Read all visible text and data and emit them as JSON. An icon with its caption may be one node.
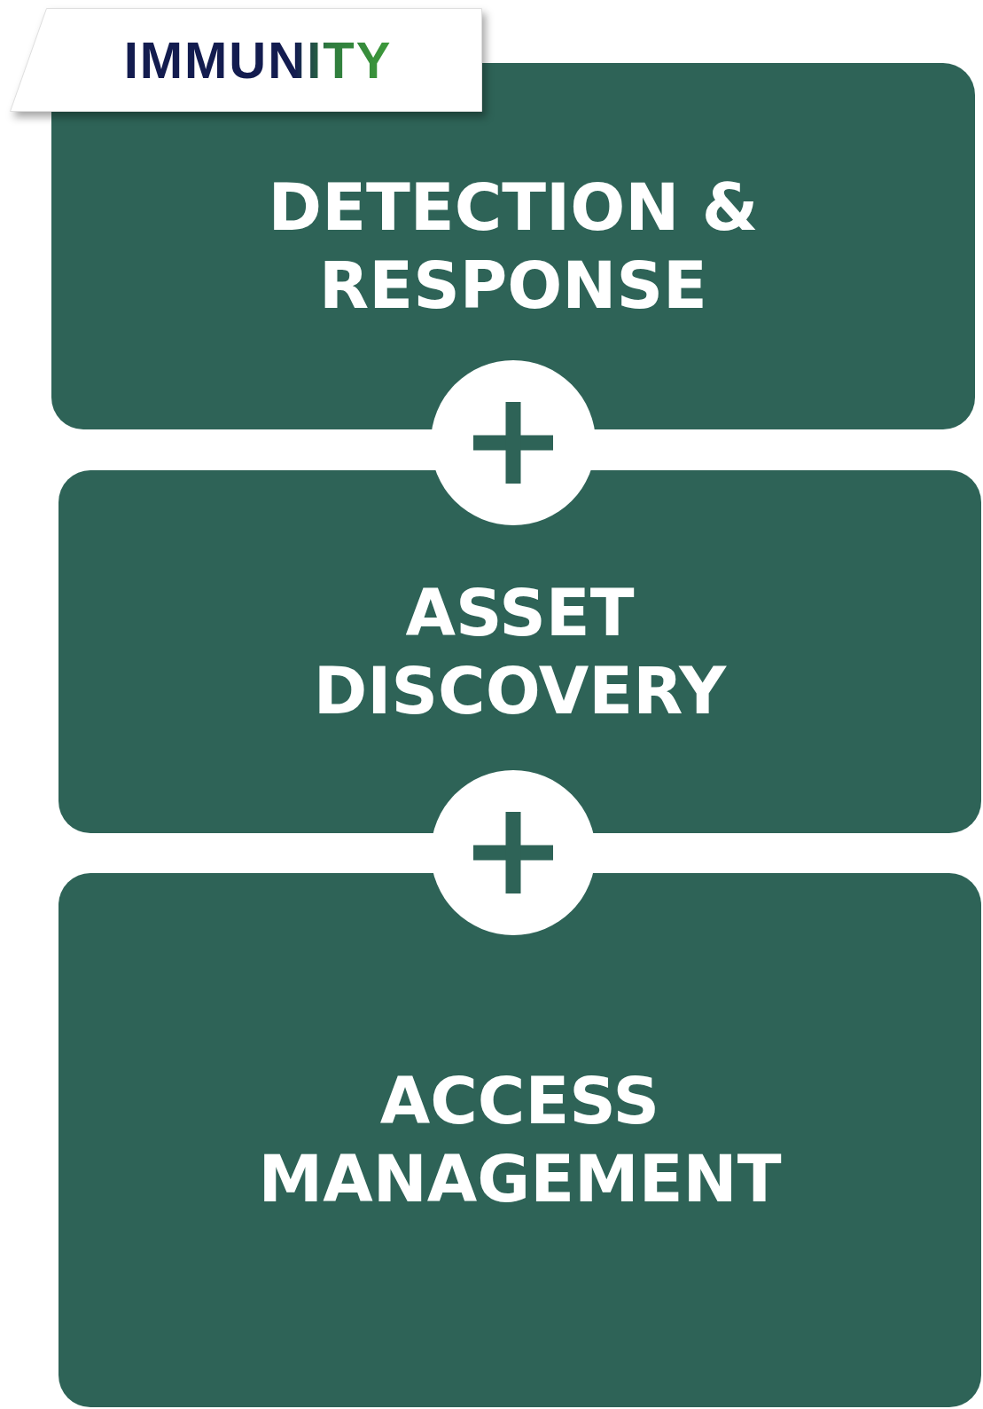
{
  "diagram": {
    "title": "IMMUNITY",
    "nodes": [
      {
        "text": [
          "DETECTION & RESPONSE"
        ]
      },
      {
        "text": [
          "ASSET DISCOVERY"
        ]
      },
      {
        "text": [
          "ACCESS MANAGEMENT"
        ]
      }
    ]
  }
}
